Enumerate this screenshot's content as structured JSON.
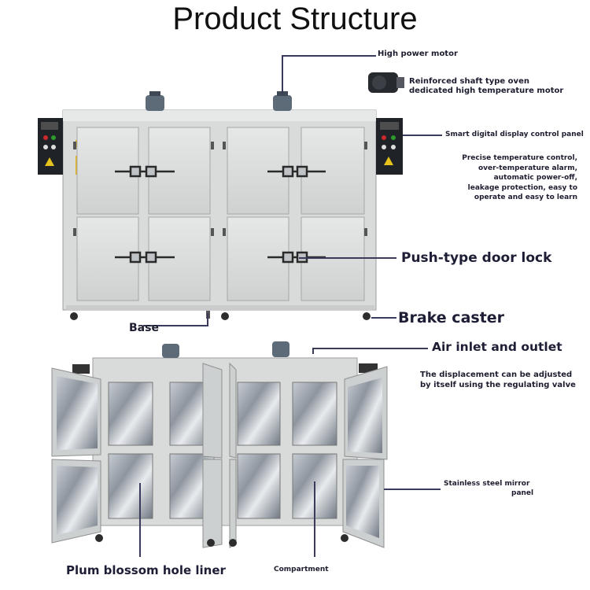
{
  "title": "Product Structure",
  "labels": {
    "high_power_motor": "High power motor",
    "motor_desc_1": "Reinforced shaft type oven",
    "motor_desc_2": "dedicated high temperature motor",
    "control_panel": "Smart digital display control panel",
    "control_desc": [
      "Precise temperature control,",
      "over-temperature alarm,",
      "automatic power-off,",
      "leakage protection, easy to",
      "operate and easy to learn"
    ],
    "door_lock": "Push-type door lock",
    "base": "Base",
    "brake_caster": "Brake caster",
    "air_inlet": "Air inlet and outlet",
    "displacement_1": "The displacement can be adjusted",
    "displacement_2": "by itself using the regulating valve",
    "mirror_panel_1": "Stainless steel mirror",
    "mirror_panel_2": "panel",
    "hole_liner": "Plum blossom hole liner",
    "compartment": "Compartment"
  },
  "colors": {
    "oven_body": "#d9dbdb",
    "leader_line": "#3a3a5a",
    "callout_text": "#1d1d35"
  },
  "icons": [
    "motor-icon",
    "control-panel-icon",
    "caster-icon"
  ]
}
